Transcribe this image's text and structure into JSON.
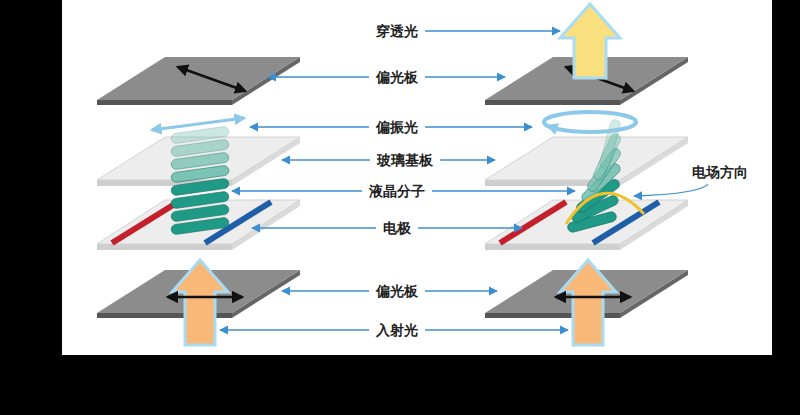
{
  "diagram": {
    "labels": [
      "穿透光",
      "偏光板",
      "偏振光",
      "玻璃基板",
      "液晶分子",
      "电场方向",
      "电极",
      "偏光板",
      "入射光"
    ]
  }
}
